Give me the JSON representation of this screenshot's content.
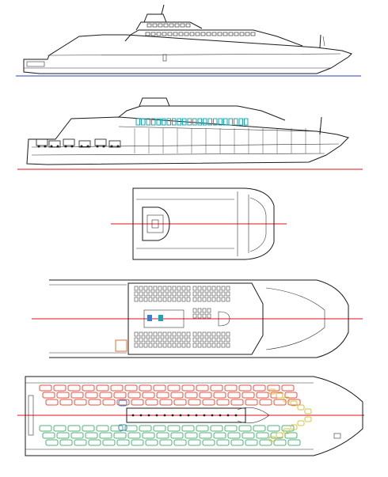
{
  "drawing": {
    "views": [
      {
        "id": "profile-exterior",
        "kind": "side-elevation"
      },
      {
        "id": "profile-section",
        "kind": "longitudinal-section"
      },
      {
        "id": "bridge-deck-plan",
        "kind": "plan"
      },
      {
        "id": "passenger-deck-plan",
        "kind": "plan"
      },
      {
        "id": "car-deck-plan",
        "kind": "plan"
      }
    ],
    "colors": {
      "line": "#1a1a1a",
      "centerline": "#e0101a",
      "waterline": "#2a3bd6",
      "glazing": "#1aa6b5",
      "vehicle_red": "#e05040",
      "vehicle_green": "#4fb07a",
      "vehicle_yellow": "#d8c040",
      "vehicle_blue": "#3a7fd0",
      "lifeboat": "#e07030"
    },
    "car_deck": {
      "vehicle_rows_red": 3,
      "vehicle_rows_green": 3,
      "vehicles_per_row": 18
    }
  }
}
